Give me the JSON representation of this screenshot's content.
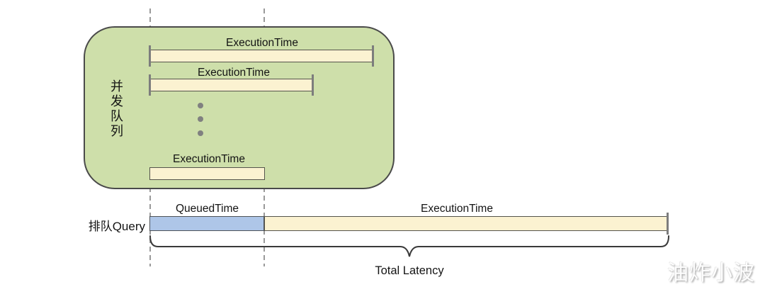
{
  "colors": {
    "queue_green": "#cedfaa",
    "bar_cream": "#fbf2d1",
    "bar_blue": "#aec6e8",
    "line_dark": "#4a4a4a",
    "dash_gray": "#999999",
    "dot_gray": "#808080",
    "text_black": "#141414"
  },
  "queue_box": {
    "label_vertical": "并发队列",
    "bars": [
      {
        "label": "ExecutionTime"
      },
      {
        "label": "ExecutionTime"
      },
      {
        "label": "ExecutionTime"
      }
    ]
  },
  "queued_query": {
    "row_label": "排队Query",
    "queued_label": "QueuedTime",
    "execution_label": "ExecutionTime",
    "total_label": "Total Latency"
  },
  "watermark": "油炸小波"
}
